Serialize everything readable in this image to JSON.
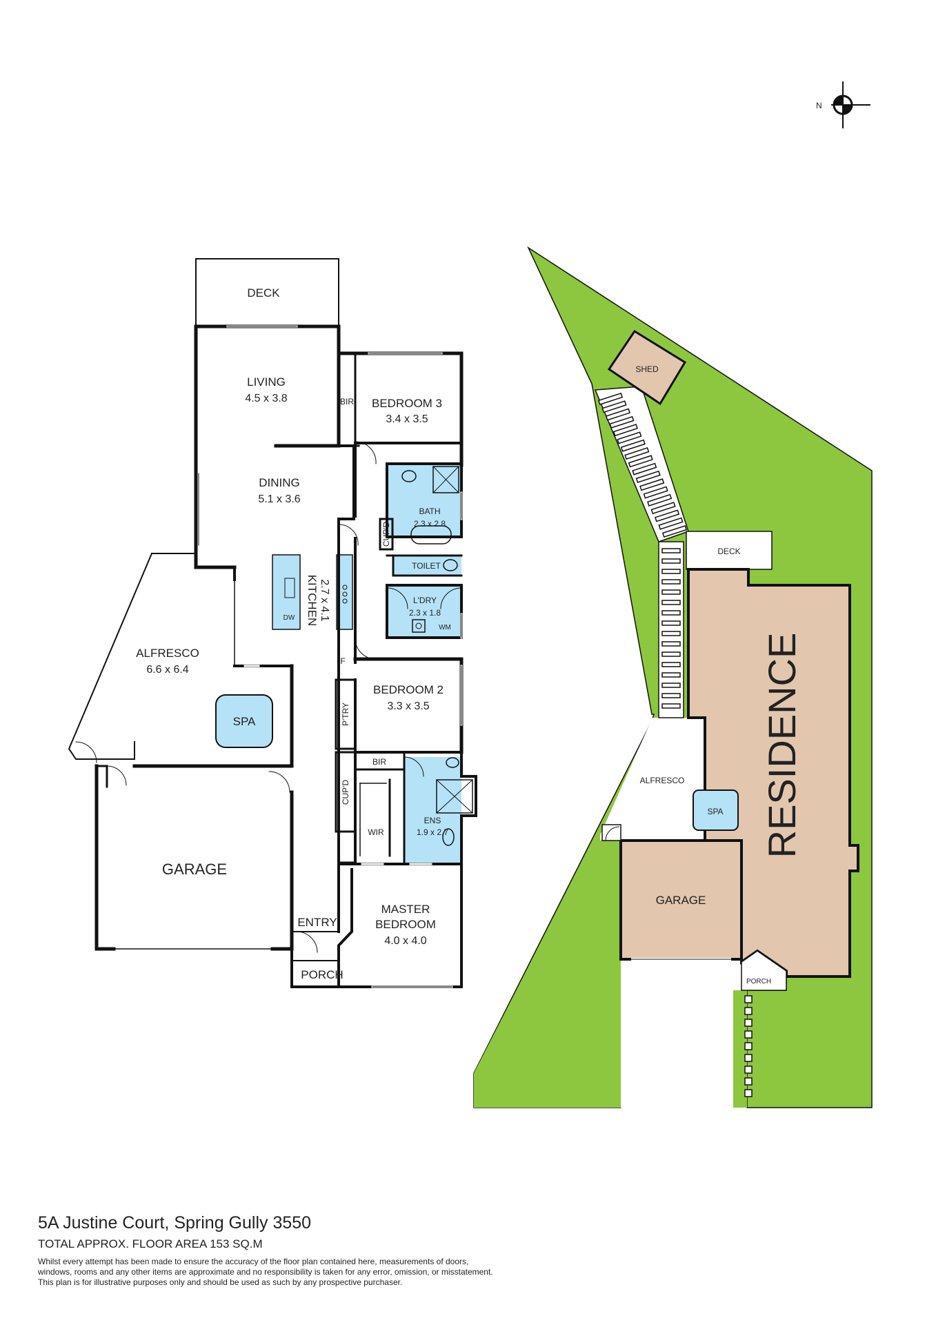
{
  "compass": {
    "north_label": "N"
  },
  "floor_plan": {
    "rooms": {
      "deck": "DECK",
      "living": {
        "name": "LIVING",
        "dims": "4.5 x 3.8"
      },
      "bir_top": "BIR",
      "bedroom3": {
        "name": "BEDROOM 3",
        "dims": "3.4 x 3.5"
      },
      "dining": {
        "name": "DINING",
        "dims": "5.1 x 3.6"
      },
      "bath": {
        "name": "BATH",
        "dims": "2.3 x 2.8"
      },
      "cupd_bath": "CUP'D",
      "toilet": "TOILET",
      "kitchen": {
        "name": "KITCHEN",
        "dims": "2.7 x 4.1"
      },
      "dw": "DW",
      "laundry": {
        "name": "L'DRY",
        "dims": "2.3 x 1.8"
      },
      "wm": "WM",
      "fridge": "F",
      "alfresco": {
        "name": "ALFRESCO",
        "dims": "6.6 x 6.4"
      },
      "spa": "SPA",
      "bedroom2": {
        "name": "BEDROOM 2",
        "dims": "3.3 x 3.5"
      },
      "pantry": "P'TRY",
      "bir_bottom": "BIR",
      "cupd_hall": "CUP'D",
      "ens": {
        "name": "ENS",
        "dims": "1.9 x 2.7"
      },
      "wir": "WIR",
      "garage": "GARAGE",
      "entry": "ENTRY",
      "master": {
        "name1": "MASTER",
        "name2": "BEDROOM",
        "dims": "4.0 x 4.0"
      },
      "porch": "PORCH"
    }
  },
  "site_plan": {
    "shed": "SHED",
    "deck": "DECK",
    "residence": "RESIDENCE",
    "alfresco": "ALFRESCO",
    "spa": "SPA",
    "garage": "GARAGE",
    "porch": "PORCH"
  },
  "colors": {
    "lawn": "#8dc63f",
    "building": "#e2c6ae",
    "wet_area": "#b5e2f7",
    "wall": "#111111"
  },
  "footer": {
    "address": "5A Justine Court, Spring Gully 3550",
    "floor_area": "TOTAL APPROX. FLOOR AREA 153 SQ.M",
    "disclaimer_1": "Whilst every attempt has been made to ensure the accuracy of the floor plan contained here, measurements of doors,",
    "disclaimer_2": "windows, rooms and any other items are approximate and no responsibility is taken for any error, omission, or misstatement.",
    "disclaimer_3": "This plan is for illustrative purposes only and should be used as such by any prospective purchaser."
  }
}
